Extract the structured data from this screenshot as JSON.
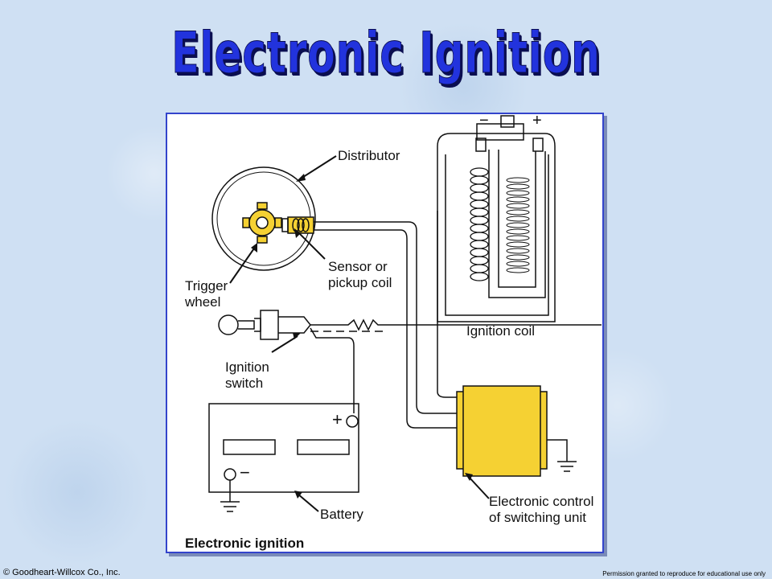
{
  "title": "Electronic Ignition System",
  "labels": {
    "distributor": "Distributor",
    "sensor": "Sensor or",
    "sensor2": "pickup coil",
    "trigger": "Trigger",
    "trigger2": "wheel",
    "ignition_switch": "Ignition",
    "ignition_switch2": "switch",
    "ignition_coil": "Ignition coil",
    "battery": "Battery",
    "control": "Electronic control",
    "control2": "of switching unit",
    "plus": "+",
    "minus": "−",
    "coil_minus": "−",
    "coil_plus": "+"
  },
  "caption": "Electronic ignition",
  "footer": {
    "copyright": "© Goodheart-Willcox Co., Inc.",
    "permission": "Permission granted to reproduce for educational use only"
  },
  "colors": {
    "title": "#2233dd",
    "yellow": "#f5d133",
    "background": "#cfe0f3"
  }
}
